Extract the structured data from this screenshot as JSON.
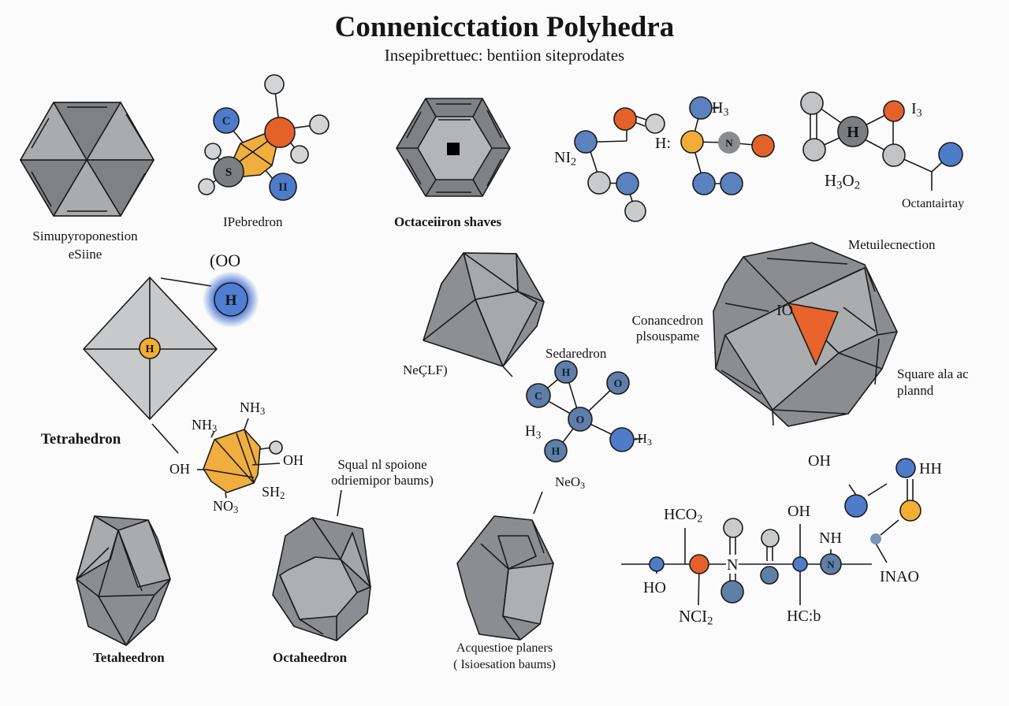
{
  "header": {
    "title": "Connenicctation Polyhedra",
    "subtitle": "Insepibrettuec: bentiion siteprodates"
  },
  "colors": {
    "background": "#fbfbfb",
    "face_dark": "#7c7e80",
    "face_mid": "#95979a",
    "face_light": "#b7b9bb",
    "atom_blue": "#4f7fc9",
    "atom_slate": "#5f7ea8",
    "atom_orange": "#e4622a",
    "atom_yellow": "#f2ad35",
    "atom_grey": "#c9cacb",
    "atom_dark": "#707376"
  },
  "labels": {
    "hexagon_caption_1": "Simupyroponestion",
    "hexagon_caption_2": "eSiine",
    "pebredron_caption": "IPebredron",
    "octaceiron_caption": "Octaceiiron shaves",
    "nh2": "NI",
    "nh2_sub": "2",
    "h_colon": "H:",
    "h3_top": "H",
    "h3_top_sub": "3",
    "i3": "I",
    "i3_sub": "3",
    "h3o2": "H",
    "h3o2_sub1": "3",
    "h3o2_o": "O",
    "h3o2_sub2": "2",
    "octantairtay": "Octantairtay",
    "metuilecnection": "Metuilecnection",
    "oo_label": "(OO",
    "tetrahedron_bold": "Tetrahedron",
    "neclf": "NeÇLF)",
    "sedaredron": "Sedaredron",
    "conancedron_1": "Conancedron",
    "conancedron_2": "plsouspame",
    "square_1": "Square ala ac",
    "square_2": "plannd",
    "h3_mid": "H",
    "h3_mid_sub": "3",
    "h3_right": "-H",
    "h3_right_sub": "3",
    "squal_1": "Squal nl spoione",
    "squal_2": "odriemipor baums)",
    "neo3": "NeO",
    "neo3_sub": "3",
    "tetaheedron": "Tetaheedron",
    "octaheedron": "Octaheedron",
    "acquestion_1": "Acquestioe planers",
    "acquestion_2": "( Isioesation baums)",
    "io": "IO"
  },
  "complex_ligands": {
    "nh3_left": "NH",
    "nh3_left_sub": "3",
    "nh3_top": "NH",
    "nh3_top_sub": "3",
    "oh_left": "OH",
    "oh_right": "OH",
    "sh2": "SH",
    "sh2_sub": "2",
    "no3": "NO",
    "no3_sub": "3"
  },
  "chain": {
    "hco2": "HCO",
    "hco2_sub": "2",
    "ho": "HO",
    "ncl2": "NCI",
    "ncl2_sub": "2",
    "n_mid": "N",
    "oh_top": "OH",
    "nh": "NH",
    "hcb": "HC:b",
    "oh_right": "OH",
    "hh": "HH",
    "inao": "INAO"
  },
  "atoms": {
    "c_top": "C",
    "s_top": "S",
    "ii_top": "II",
    "n_grey": "N",
    "h_dark": "H",
    "h_blue_glow": "H",
    "h_yellow": "H",
    "sed_h1": "H",
    "sed_c": "C",
    "sed_o_center": "O",
    "sed_o_right": "O",
    "sed_h2": "H",
    "chain_n": "N"
  }
}
